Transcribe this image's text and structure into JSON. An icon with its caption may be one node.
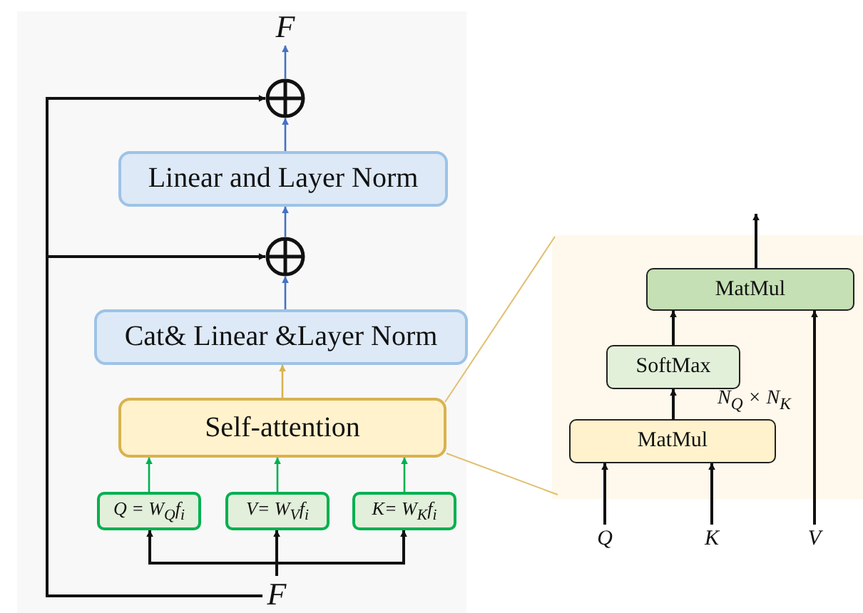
{
  "diagram": {
    "nodes": [
      {
        "text": [
          "F"
        ]
      },
      {
        "text": [],
        "shape": "circle"
      },
      {
        "text": [
          "Linear and Layer Norm"
        ]
      },
      {
        "text": [],
        "shape": "circle"
      },
      {
        "text": [
          "Cat& Linear &Layer Norm"
        ]
      },
      {
        "text": [
          "Self-attention"
        ]
      },
      {
        "text": [
          "Q = W$_{Q}$f$_{i}$"
        ]
      },
      {
        "text": [
          "V= W$_{V}$f$_{i}$"
        ]
      },
      {
        "text": [
          "K= W$_{K}$f$_{i}$"
        ]
      },
      {
        "text": [
          "F"
        ]
      },
      {
        "text": [
          "MatMul"
        ]
      },
      {
        "text": [
          "SoftMax"
        ]
      },
      {
        "text": [
          "MatMul"
        ]
      },
      {
        "text": [
          "Q"
        ]
      },
      {
        "text": [
          "K"
        ]
      },
      {
        "text": [
          "V"
        ]
      }
    ],
    "edges": [
      {
        "from": 1,
        "to": 0,
        "arrow": "to",
        "color": "#4472c4"
      },
      {
        "from": 2,
        "to": 1,
        "arrow": "to",
        "color": "#4472c4"
      },
      {
        "from": 3,
        "to": 2,
        "arrow": "to",
        "color": "#4472c4"
      },
      {
        "from": 4,
        "to": 3,
        "arrow": "to",
        "color": "#4472c4"
      },
      {
        "from": 5,
        "to": 4,
        "arrow": "to",
        "color": "#d9b24f"
      },
      {
        "from": 6,
        "to": 5,
        "arrow": "to",
        "color": "#00b050"
      },
      {
        "from": 7,
        "to": 5,
        "arrow": "to",
        "color": "#00b050"
      },
      {
        "from": 8,
        "to": 5,
        "arrow": "to",
        "color": "#00b050"
      },
      {
        "from": 9,
        "to": 6,
        "arrow": "to"
      },
      {
        "from": 9,
        "to": 7,
        "arrow": "to"
      },
      {
        "from": 9,
        "to": 8,
        "arrow": "to"
      },
      {
        "from": 9,
        "to": 1,
        "arrow": "to"
      },
      {
        "from": 9,
        "to": 3,
        "arrow": "to"
      },
      {
        "from": 12,
        "to": 11,
        "arrow": "to"
      },
      {
        "from": 11,
        "to": 10,
        "arrow": "to"
      },
      {
        "from": 13,
        "to": 12,
        "arrow": "to"
      },
      {
        "from": 14,
        "to": 12,
        "arrow": "to"
      },
      {
        "from": 15,
        "to": 10,
        "arrow": "to"
      },
      {
        "from": 10,
        "to": null,
        "arrow": "to"
      }
    ],
    "labels": [
      "N$_{Q}$ × N$_{K}$"
    ]
  }
}
